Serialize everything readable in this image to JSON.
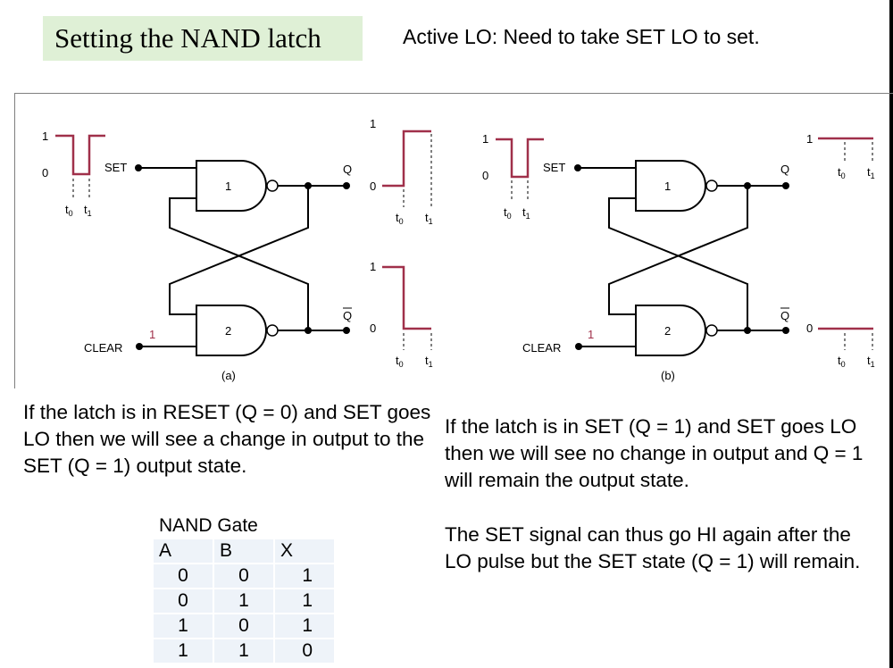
{
  "title": "Setting the NAND latch",
  "subtitle": "Active LO: Need to take SET LO to set.",
  "diagram": {
    "panel_a": {
      "label": "(a)",
      "set_label": "SET",
      "clear_label": "CLEAR",
      "clear_level": "1",
      "gate1": "1",
      "gate2": "2",
      "q_label": "Q",
      "qbar_label": "Q",
      "set_wave": {
        "hi": "1",
        "lo": "0",
        "t0": "t",
        "t0sub": "0",
        "t1": "t",
        "t1sub": "1"
      },
      "q_wave": {
        "hi": "1",
        "lo": "0",
        "t0": "t",
        "t0sub": "0",
        "t1": "t",
        "t1sub": "1"
      },
      "qbar_wave": {
        "hi": "1",
        "lo": "0",
        "t0": "t",
        "t0sub": "0",
        "t1": "t",
        "t1sub": "1"
      }
    },
    "panel_b": {
      "label": "(b)",
      "set_label": "SET",
      "clear_label": "CLEAR",
      "clear_level": "1",
      "gate1": "1",
      "gate2": "2",
      "q_label": "Q",
      "qbar_label": "Q",
      "set_wave": {
        "hi": "1",
        "lo": "0",
        "t0": "t",
        "t0sub": "0",
        "t1": "t",
        "t1sub": "1"
      },
      "q_wave": {
        "hi": "1",
        "t0": "t",
        "t0sub": "0",
        "t1": "t",
        "t1sub": "1"
      },
      "qbar_wave": {
        "lo": "0",
        "t0": "t",
        "t0sub": "0",
        "t1": "t",
        "t1sub": "1"
      }
    },
    "wave_color": "#a0304a"
  },
  "text": {
    "left_para": "If the latch is in RESET (Q = 0) and SET goes LO then we will see a change in output to the SET (Q = 1) output state.",
    "right_para1": "If the latch is in SET (Q = 1) and SET goes LO then we will see no change in output and Q = 1 will remain the output state.",
    "right_para2": "The SET signal can thus go HI again after the LO pulse but the SET state (Q = 1) will remain."
  },
  "truth_table": {
    "caption": "NAND Gate",
    "headers": [
      "A",
      "B",
      "X"
    ],
    "rows": [
      [
        "0",
        "0",
        "1"
      ],
      [
        "0",
        "1",
        "1"
      ],
      [
        "1",
        "0",
        "1"
      ],
      [
        "1",
        "1",
        "0"
      ]
    ]
  }
}
